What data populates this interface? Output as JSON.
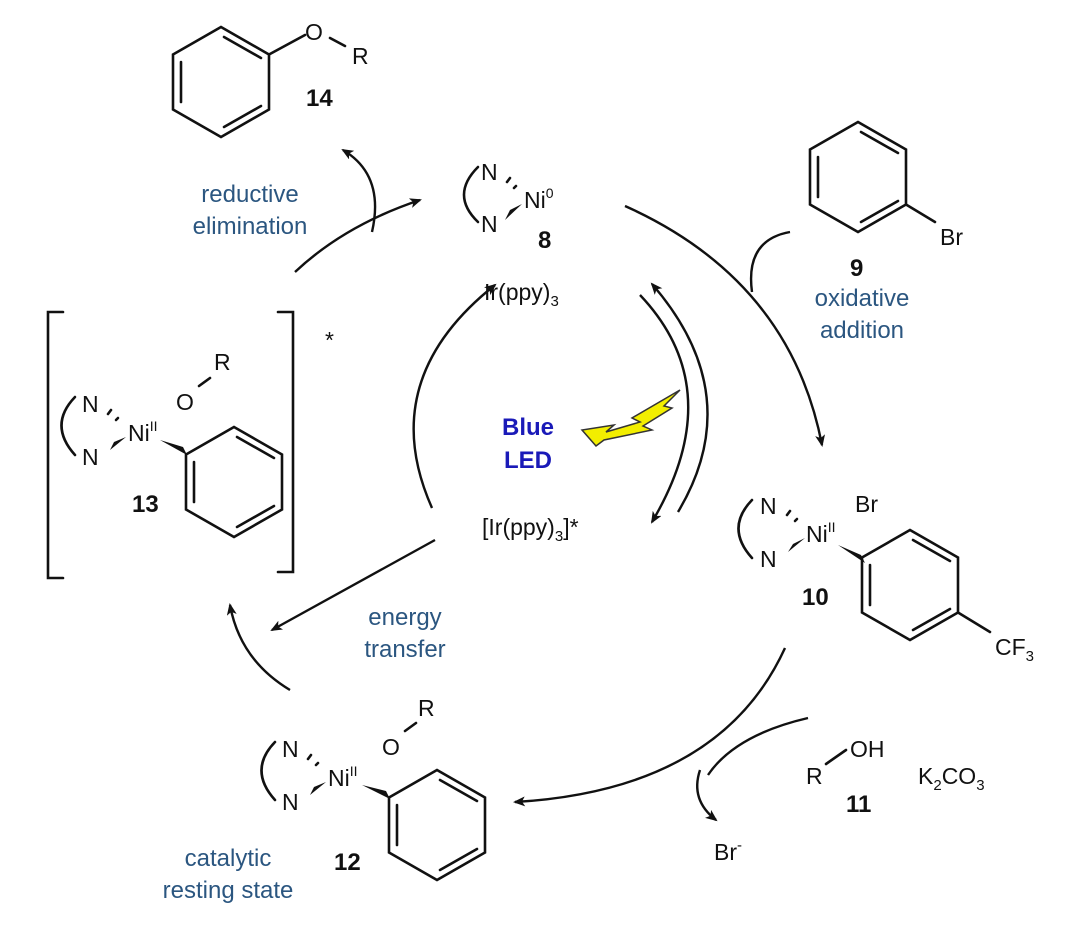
{
  "compounds": {
    "c14": {
      "number": "14",
      "o": "O",
      "r": "R"
    },
    "c8": {
      "number": "8",
      "n1": "N",
      "n2": "N",
      "metal": "Ni",
      "ox": "0"
    },
    "ir": {
      "ground": "Ir(ppy)",
      "ground_sub": "3",
      "excited": "[Ir(ppy)",
      "excited_sub": "3",
      "excited_end": "]*"
    },
    "c9": {
      "number": "9",
      "br": "Br"
    },
    "c10": {
      "number": "10",
      "n1": "N",
      "n2": "N",
      "metal": "Ni",
      "ox": "II",
      "br": "Br",
      "cf": "CF",
      "cf_sub": "3"
    },
    "c13": {
      "number": "13",
      "n1": "N",
      "n2": "N",
      "metal": "Ni",
      "ox": "II",
      "o": "O",
      "r": "R",
      "star": "*"
    },
    "c12": {
      "number": "12",
      "n1": "N",
      "n2": "N",
      "metal": "Ni",
      "ox": "II",
      "o": "O",
      "r": "R"
    },
    "c11": {
      "number": "11",
      "r": "R",
      "oh": "OH",
      "base": "K",
      "base_sub": "2",
      "base_end": "CO",
      "base_sub2": "3"
    },
    "bromide": {
      "text": "Br",
      "charge": "-"
    }
  },
  "labels": {
    "reductive": [
      "reductive",
      "elimination"
    ],
    "oxidative": [
      "oxidative",
      "addition"
    ],
    "energy": [
      "energy",
      "transfer"
    ],
    "resting": [
      "catalytic",
      "resting state"
    ],
    "light": [
      "Blue",
      "LED"
    ]
  },
  "colors": {
    "label": "#2b5680",
    "led": "#1a1ab8",
    "bolt": "#f2ee00"
  }
}
